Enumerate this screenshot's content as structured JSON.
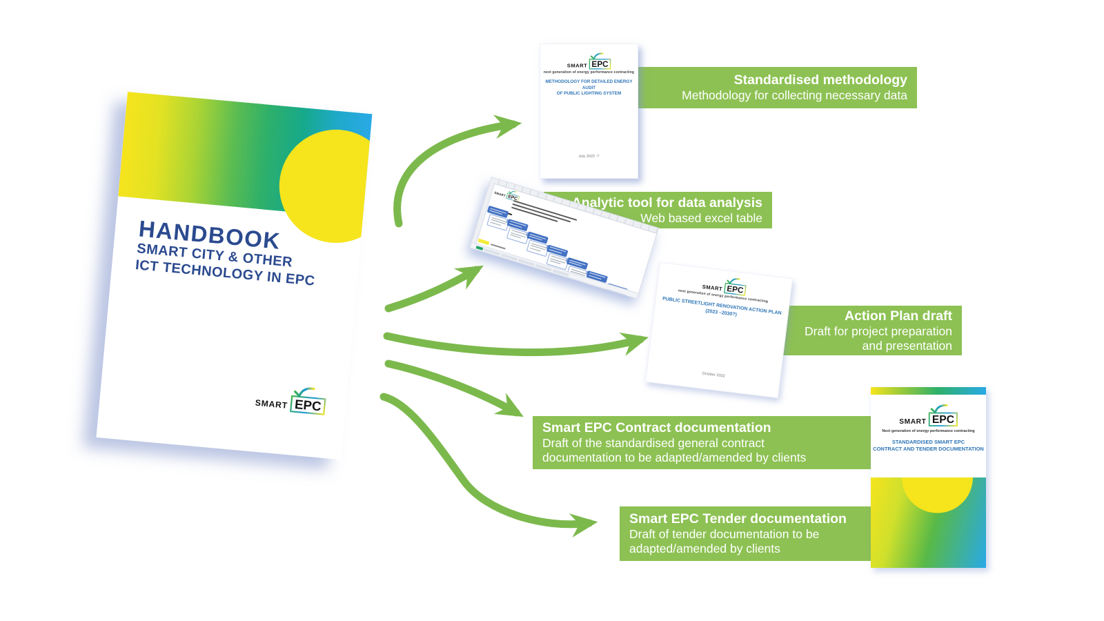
{
  "colors": {
    "banner_green": "#8dc153",
    "arrow_green": "#7cb94c",
    "navy": "#2b4a8f",
    "doc_blue": "#2e75b6",
    "yellow": "#f6e41d",
    "band_green": "#2eb06a",
    "band_blue": "#29a9e6",
    "excel_blue": "#4472c4"
  },
  "logo": {
    "smart": "SMART",
    "epc": "EPC"
  },
  "handbook": {
    "title": "HANDBOOK",
    "subtitle_line1": "SMART CITY & OTHER",
    "subtitle_line2": "ICT TECHNOLOGY IN EPC"
  },
  "methodology_doc": {
    "tagline": "next generation of energy performance contracting",
    "title_line1": "METHODOLOGY FOR DETAILED ENERGY AUDIT",
    "title_line2": "OF PUBLIC LIGHTING SYSTEM",
    "footer": "July 2022 -?"
  },
  "action_plan_doc": {
    "tagline": "next generation of energy performance contracting",
    "title_line1": "PUBLIC STREETLIGHT RENOVATION ACTION PLAN",
    "title_line2": "(2023 –2030?)",
    "footer": "October 2022"
  },
  "contract_cover": {
    "tagline": "Next generation of energy performance contracting",
    "title_line1": "STANDARDISED SMART EPC",
    "title_line2": "CONTRACT AND TENDER DOCUMENTATION"
  },
  "banners": {
    "methodology": {
      "title": "Standardised methodology",
      "subtitle": "Methodology for collecting necessary data"
    },
    "analytic": {
      "title": "Analytic tool for data analysis",
      "subtitle": "Web based excel table"
    },
    "action_plan": {
      "title": "Action Plan draft",
      "subtitle_line1": "Draft for project preparation",
      "subtitle_line2": "and presentation"
    },
    "contract": {
      "title": "Smart EPC Contract documentation",
      "subtitle_line1": "Draft of the standardised general contract",
      "subtitle_line2": "documentation to be adapted/amended by clients"
    },
    "tender": {
      "title": "Smart EPC Tender documentation",
      "subtitle_line1": "Draft of tender documentation to be",
      "subtitle_line2": "adapted/amended by clients"
    }
  }
}
